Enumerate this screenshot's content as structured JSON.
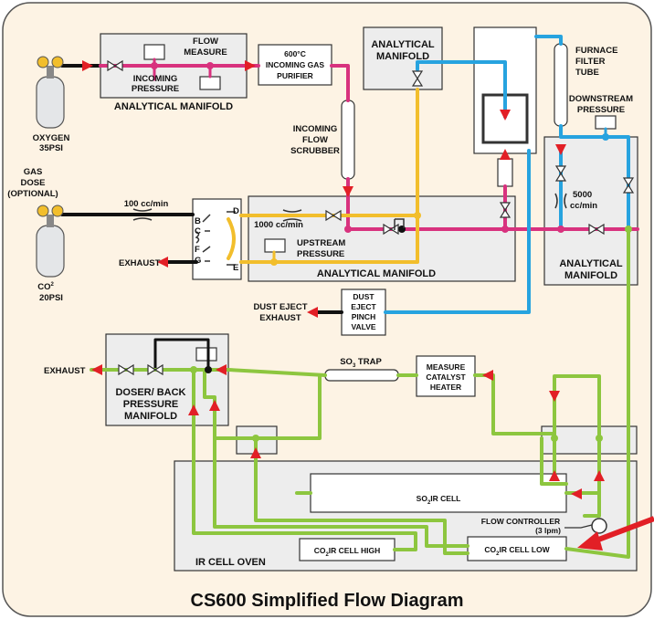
{
  "title": "CS600 Simplified Flow Diagram",
  "colors": {
    "background": "#fdf3e4",
    "oxygen": "#d8327e",
    "yellow": "#f2be2c",
    "blue": "#27a3df",
    "green": "#8dc63f",
    "black": "#111111",
    "arrow": "#e21f26",
    "box": "#ededed"
  },
  "labels": {
    "oxygen_name": "OXYGEN",
    "oxygen_psi": "35PSI",
    "flow_measure_1": "FLOW",
    "flow_measure_2": "MEASURE",
    "incoming_pressure_1": "INCOMING",
    "incoming_pressure_2": "PRESSURE",
    "analytical_manifold_top": "ANALYTICAL MANIFOLD",
    "purifier_1": "600°C",
    "purifier_2": "INCOMING GAS",
    "purifier_3": "PURIFIER",
    "am_box_1": "ANALYTICAL",
    "am_box_2": "MANIFOLD",
    "furnace_filter_1": "FURNACE",
    "furnace_filter_2": "FILTER",
    "furnace_filter_3": "TUBE",
    "downstream_1": "DOWNSTREAM",
    "downstream_2": "PRESSURE",
    "scrubber_1": "INCOMING",
    "scrubber_2": "FLOW",
    "scrubber_3": "SCRUBBER",
    "gas_dose_1": "GAS",
    "gas_dose_2": "DOSE",
    "gas_dose_3": "(OPTIONAL)",
    "flow_100": "100 cc/min",
    "flow_1000": "1000 cc/min",
    "flow_5000_1": "5000",
    "flow_5000_2": "cc/min",
    "upstream_1": "UPSTREAM",
    "upstream_2": "PRESSURE",
    "am_middle": "ANALYTICAL MANIFOLD",
    "am_right_1": "ANALYTICAL",
    "am_right_2": "MANIFOLD",
    "exhaust_1": "EXHAUST",
    "co2_name": "CO",
    "co2_sub": "2",
    "co2_psi": "20PSI",
    "dust_exhaust_1": "DUST EJECT",
    "dust_exhaust_2": "EXHAUST",
    "pinch_1": "DUST",
    "pinch_2": "EJECT",
    "pinch_3": "PINCH",
    "pinch_4": "VALVE",
    "exhaust_2": "EXHAUST",
    "doser_1": "DOSER/ BACK",
    "doser_2": "PRESSURE",
    "doser_3": "MANIFOLD",
    "so3_trap": "SO",
    "so3_sub": "3",
    "so3_trap_suffix": " TRAP",
    "catalyst_1": "MEASURE",
    "catalyst_2": "CATALYST",
    "catalyst_3": "HEATER",
    "so2_cell": "SO",
    "so2_sub": "2",
    "so2_suffix": "IR CELL",
    "flow_ctrl_1": "FLOW CONTROLLER",
    "flow_ctrl_2": "(3 lpm)",
    "co2_high": "CO",
    "co2_high_sub": "2",
    "co2_high_suffix": "IR CELL HIGH",
    "co2_low": "CO",
    "co2_low_sub": "2",
    "co2_low_suffix": "IR CELL LOW",
    "ir_oven": "IR CELL OVEN",
    "port_b": "B",
    "port_c": "C",
    "port_d": "D",
    "port_e": "E",
    "port_f": "F",
    "port_g": "G"
  }
}
